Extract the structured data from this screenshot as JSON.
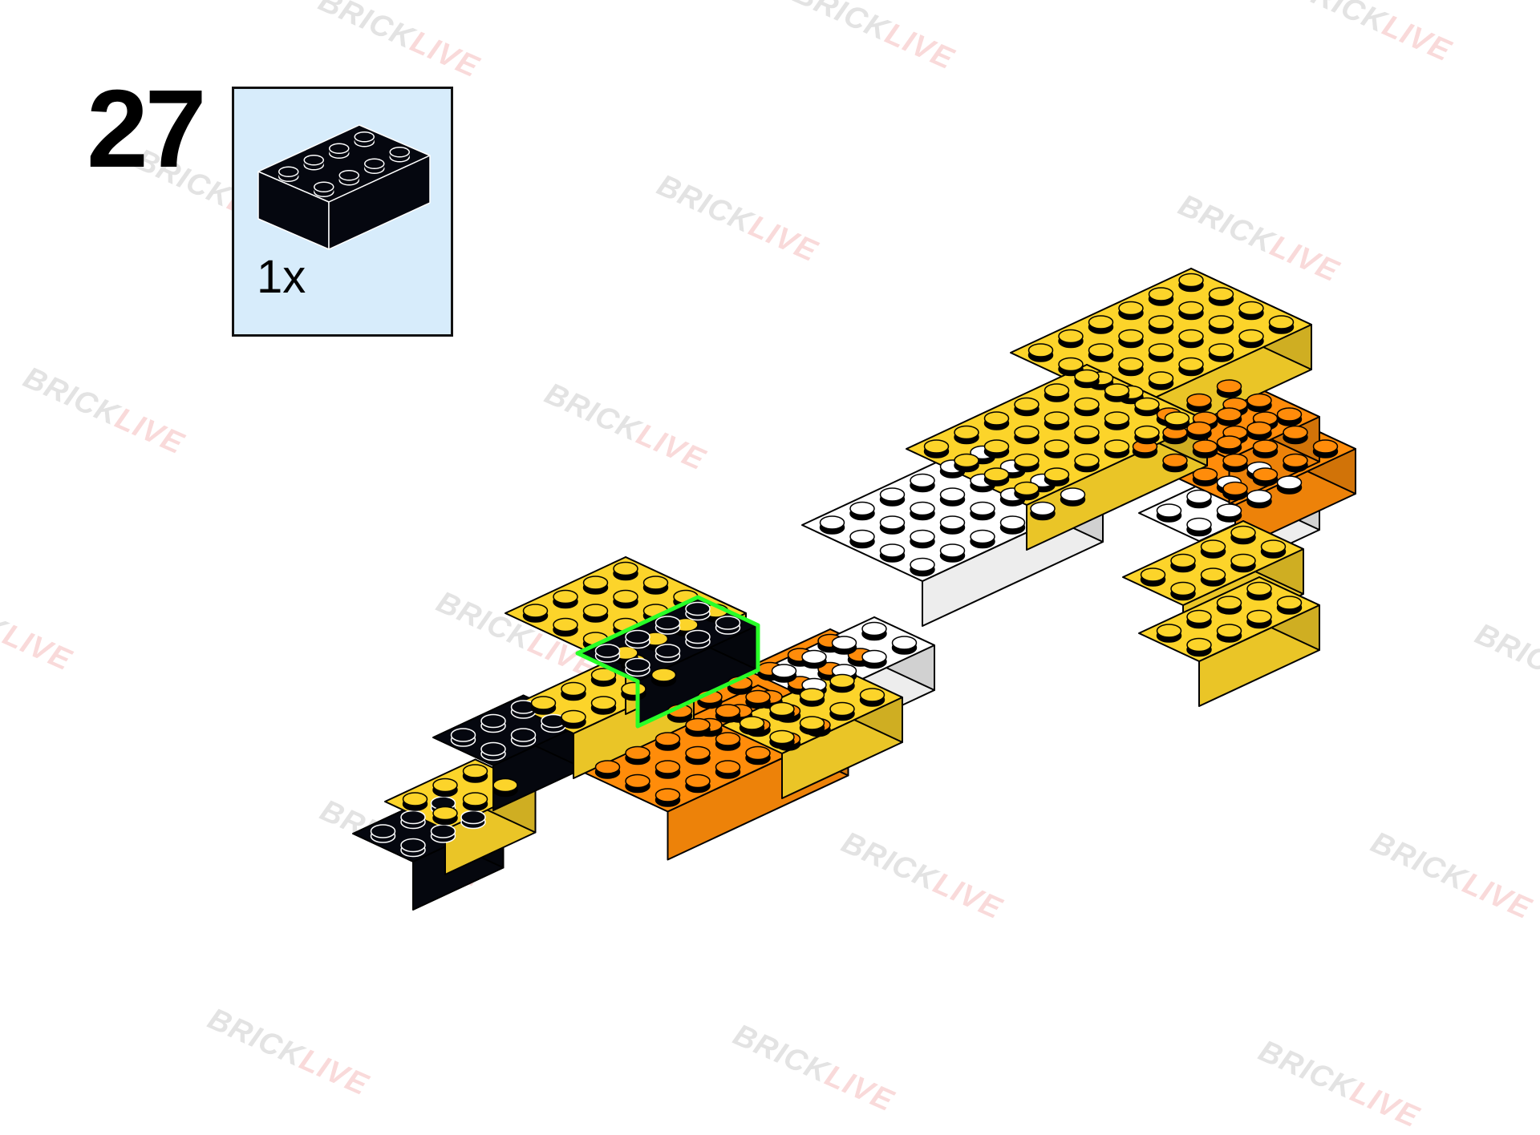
{
  "step": {
    "number": "27",
    "part_quantity": "1x",
    "part_name": "2x4 brick",
    "part_color": "#05070f"
  },
  "watermark": {
    "text_a": "BRICK",
    "text_b": "LIVE"
  },
  "colors": {
    "black": "#05070f",
    "yellow": "#fcd42a",
    "orange": "#ff8c0a",
    "white": "#ffffff",
    "highlight": "#28ff28",
    "parts_box_bg": "#d7ecfb"
  }
}
